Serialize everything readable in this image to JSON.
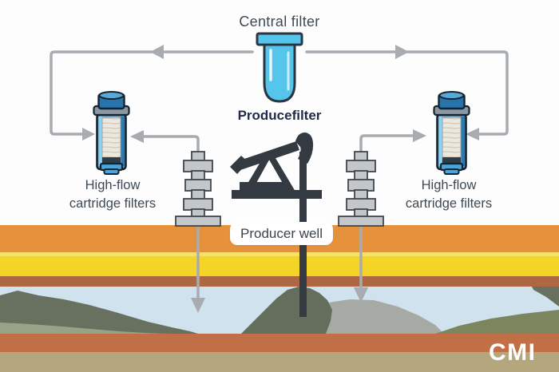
{
  "labels": {
    "central_filter": "Central filter",
    "produce_filter": "Producefilter",
    "high_flow_line1": "High-flow",
    "high_flow_line2": "cartridge filters",
    "producer_well": "Producer well",
    "watermark": "CMI"
  },
  "colors": {
    "background": "#fdfdfd",
    "arrow_gray": "#a8acb0",
    "label_dark": "#3d4954",
    "navy": "#1f2b48",
    "central_filter_blue": "#55c5ec",
    "cartridge_body_blue": "#4aa5da",
    "cartridge_cap_blue": "#2575ac",
    "cartridge_media_cream": "#ece8df",
    "wellhead_gray": "#c3c7ca",
    "pumpjack_dark": "#343a41",
    "layer_orange": "#e6923d",
    "layer_yellow": "#f5d428",
    "layer_rust": "#ad6743",
    "layer_aquifer_blue": "#cfe2ee",
    "layer_subsoil_rust": "#c06f47",
    "layer_bedrock_tan": "#b5a77d",
    "mountain_dark_olive": "#68705f",
    "mountain_center_olive": "#656e5c",
    "ridge_light_olive": "#7d855f",
    "sage_strip": "#99a186",
    "rock_gray": "#a7aaa4"
  }
}
